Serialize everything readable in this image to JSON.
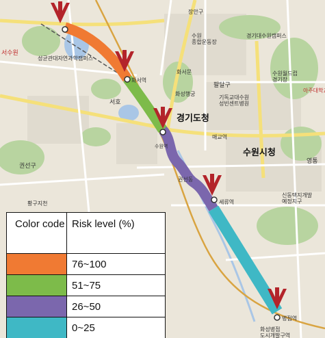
{
  "legend": {
    "color_header": "Color code",
    "risk_header": "Risk level (%)",
    "rows": [
      {
        "color": "#f07a33",
        "label": "76~100"
      },
      {
        "color": "#7dbb4a",
        "label": "51~75"
      },
      {
        "color": "#7b67ad",
        "label": "26~50"
      },
      {
        "color": "#3fb8c5",
        "label": "0~25"
      }
    ]
  },
  "map": {
    "labels": {
      "l1": "수원\n종합운동장",
      "l2": "경기대수원캠퍼스",
      "l3": "성균관대자연과학캠퍼스",
      "l4": "서수원",
      "l5": "화서역",
      "l6": "팔달구",
      "l7": "수원월드컵\n경기장",
      "l8": "아주대학교",
      "l9": "기독교대수원\n성빈센트병원",
      "l10": "경기도청",
      "l11": "매교역",
      "l12": "수원시청",
      "l13": "수원역",
      "l14": "권선구",
      "l15": "세류역",
      "l16": "영통",
      "l17": "신동택지개발\n예정지구",
      "l18": "병점역",
      "l19": "화성병점\n도시개발구역",
      "l20": "화서문",
      "l21": "화성행궁",
      "l22": "서호",
      "l23": "장안구",
      "l24": "권선동",
      "l25": "황구지천"
    }
  }
}
